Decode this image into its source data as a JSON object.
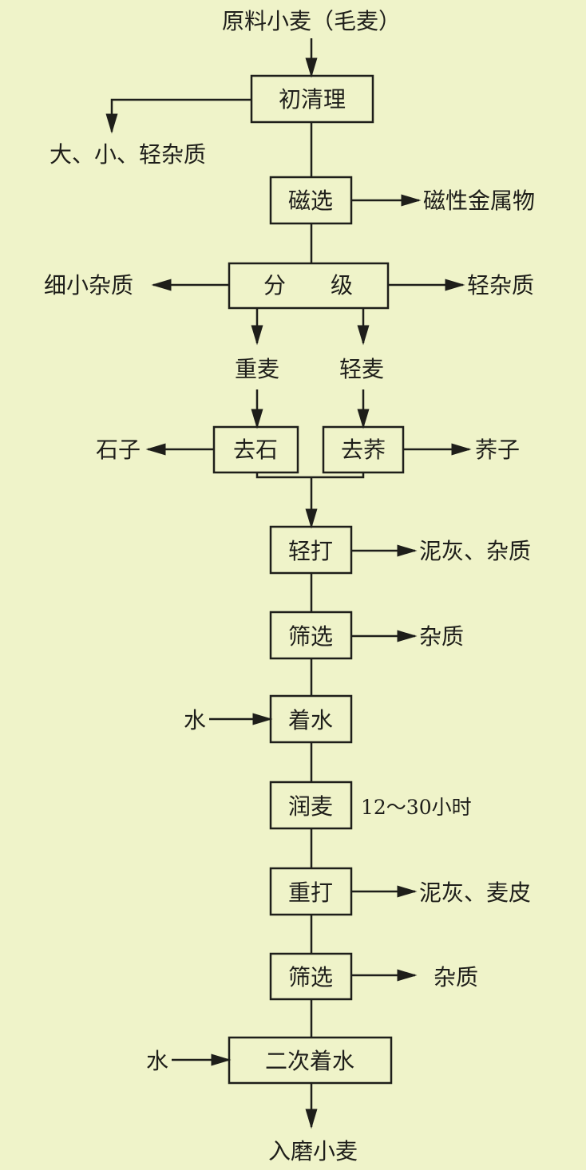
{
  "title": "原料小麦（毛麦）",
  "steps": {
    "initial_clean": "初清理",
    "magnetic": "磁选",
    "grading": "分　　级",
    "heavy_wheat": "重麦",
    "light_wheat": "轻麦",
    "destone": "去石",
    "debuckwheat": "去荞",
    "light_scour": "轻打",
    "screen1": "筛选",
    "dampen": "着水",
    "temper": "润麦",
    "heavy_scour": "重打",
    "screen2": "筛选",
    "second_dampen": "二次着水",
    "output": "入磨小麦"
  },
  "byproducts": {
    "initial_clean": "大、小、轻杂质",
    "magnetic": "磁性金属物",
    "grading_left": "细小杂质",
    "grading_right": "轻杂质",
    "destone": "石子",
    "debuckwheat": "荞子",
    "light_scour": "泥灰、杂质",
    "screen1": "杂质",
    "heavy_scour": "泥灰、麦皮",
    "screen2": "杂质"
  },
  "inputs": {
    "dampen_water": "水",
    "second_water": "水"
  },
  "temper_duration": "12～30小时"
}
